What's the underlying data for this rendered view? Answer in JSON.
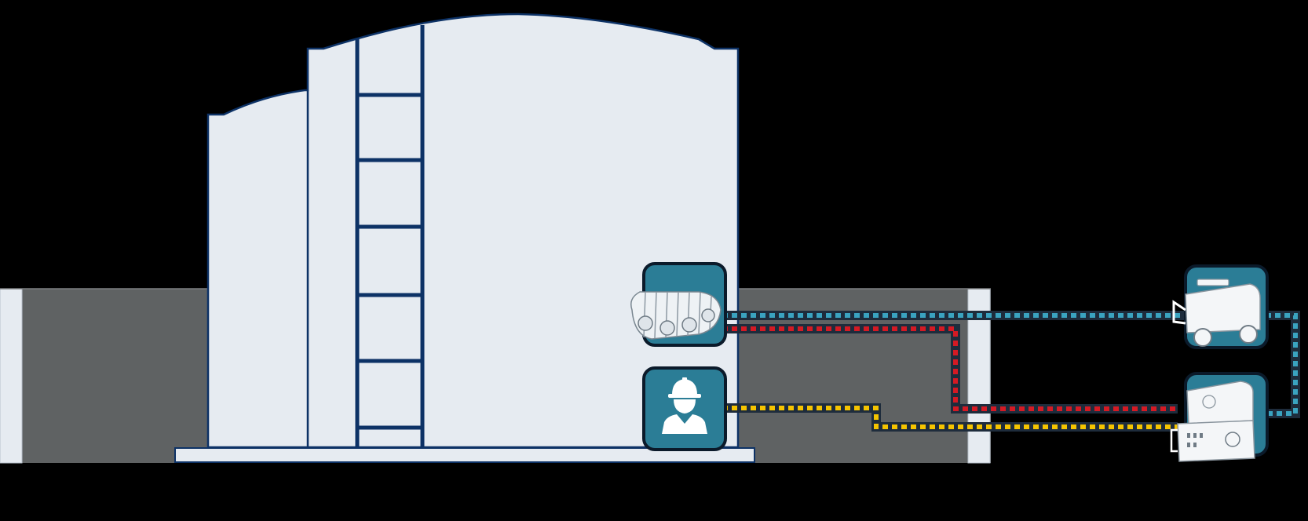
{
  "diagram": {
    "description_visible_text": "",
    "colors": {
      "background": "#000000",
      "tank_fill": "#e6ebf1",
      "tank_outline": "#0d3266",
      "pit_fill": "#5f6263",
      "pit_wall": "#e6ebf1",
      "icon_tile": "#2b7d96",
      "icon_tile_border": "#0b1a2a",
      "cable_blue": "#3aa3c0",
      "cable_red": "#d41a24",
      "cable_yellow": "#f5c400",
      "cable_sheath": "#1e2c3c"
    },
    "nodes": [
      {
        "id": "crawler-robot",
        "icon": "tracked-crawler-robot-icon"
      },
      {
        "id": "operator",
        "icon": "hard-hat-worker-icon"
      },
      {
        "id": "vacuum-unit",
        "icon": "vacuum-tank-trailer-icon"
      },
      {
        "id": "pump-unit",
        "icon": "pump-skid-unit-icon"
      }
    ],
    "links": [
      {
        "from": "crawler-robot",
        "to": "vacuum-unit",
        "color": "blue"
      },
      {
        "from": "crawler-robot",
        "to": "pump-unit",
        "color": "red"
      },
      {
        "from": "operator",
        "to": "pump-unit",
        "color": "yellow"
      },
      {
        "from": "vacuum-unit",
        "to": "pump-unit",
        "color": "blue"
      }
    ]
  }
}
